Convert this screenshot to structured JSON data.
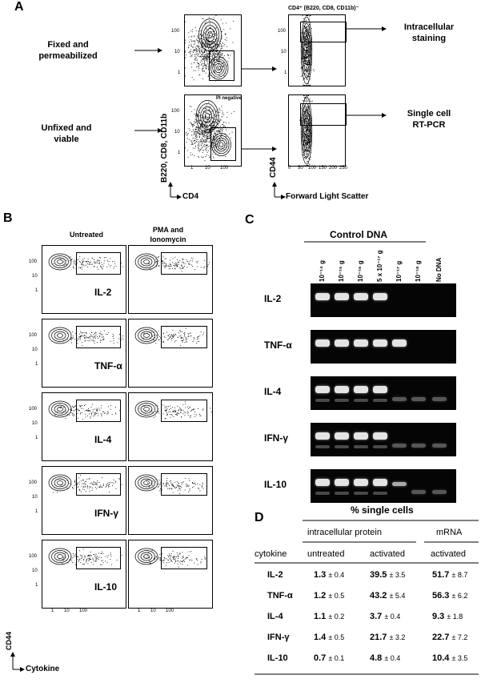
{
  "panelA": {
    "letter": "A",
    "row1_label_a": "Fixed and",
    "row1_label_b": "permeabilized",
    "row2_label_a": "Unfixed  and",
    "row2_label_b": "viable",
    "yaxis_left": "B220, CD8, CD11b",
    "xaxis_left": "CD4",
    "yaxis_right": "CD44",
    "xaxis_right": "Forward Light Scatter",
    "pi_negative": "PI negative",
    "gate_header": "CD4⁺ (B220, CD8, CD11b)⁻",
    "out1_a": "Intracellular",
    "out1_b": "staining",
    "out2_a": "Single cell",
    "out2_b": "RT-PCR",
    "ticks_y": [
      "100",
      "10",
      "1"
    ],
    "ticks_x_left": [
      "1",
      "10",
      "100"
    ],
    "ticks_x_right": [
      "0",
      "50",
      "100",
      "150",
      "200",
      "250"
    ]
  },
  "panelB": {
    "letter": "B",
    "col1": "Untreated",
    "col2_a": "PMA and",
    "col2_b": "Ionomycin",
    "cytokines": [
      "IL-2",
      "TNF-α",
      "IL-4",
      "IFN-γ",
      "IL-10"
    ],
    "ticks_y": [
      "100",
      "10",
      "1"
    ],
    "ticks_x": [
      "1",
      "10",
      "100"
    ],
    "yaxis": "CD44",
    "xaxis": "Cytokine"
  },
  "panelC": {
    "letter": "C",
    "title": "Control DNA",
    "lanes": [
      "10⁻¹⁴ g",
      "10⁻¹⁵ g",
      "10⁻¹⁶ g",
      "5 x 10⁻¹⁷ g",
      "10⁻¹⁷ g",
      "10⁻¹⁸ g",
      "No DNA"
    ],
    "genes": [
      "IL-2",
      "TNF-α",
      "IL-4",
      "IFN-γ",
      "IL-10"
    ],
    "band_presence": [
      [
        1,
        1,
        1,
        1,
        0,
        0,
        0
      ],
      [
        1,
        1,
        1,
        1,
        1,
        0,
        0
      ],
      [
        1,
        1,
        1,
        1,
        0.3,
        0.3,
        0.3
      ],
      [
        1,
        1,
        1,
        1,
        0.3,
        0.3,
        0.3
      ],
      [
        1,
        1,
        1,
        1,
        0.7,
        0.3,
        0.3
      ]
    ]
  },
  "panelD": {
    "letter": "D",
    "header_top": "% single cells",
    "header_group1": "intracellular protein",
    "header_group2": "mRNA",
    "col_cytokine": "cytokine",
    "col_untreated": "untreated",
    "col_activated": "activated",
    "col_mrna_activated": "activated",
    "rows": [
      {
        "name": "IL-2",
        "u": "1.3",
        "u_sd": "± 0.4",
        "a": "39.5",
        "a_sd": "± 3.5",
        "m": "51.7",
        "m_sd": "± 8.7"
      },
      {
        "name": "TNF-α",
        "u": "1.2",
        "u_sd": "± 0.5",
        "a": "43.2",
        "a_sd": "± 5.4",
        "m": "56.3",
        "m_sd": "± 6.2"
      },
      {
        "name": "IL-4",
        "u": "1.1",
        "u_sd": "± 0.2",
        "a": "3.7",
        "a_sd": "± 0.4",
        "m": "9.3",
        "m_sd": "± 1.8"
      },
      {
        "name": "IFN-γ",
        "u": "1.4",
        "u_sd": "± 0.5",
        "a": "21.7",
        "a_sd": "± 3.2",
        "m": "22.7",
        "m_sd": "± 7.2"
      },
      {
        "name": "IL-10",
        "u": "0.7",
        "u_sd": "± 0.1",
        "a": "4.8",
        "a_sd": "± 0.4",
        "m": "10.4",
        "m_sd": "± 3.5"
      }
    ]
  }
}
